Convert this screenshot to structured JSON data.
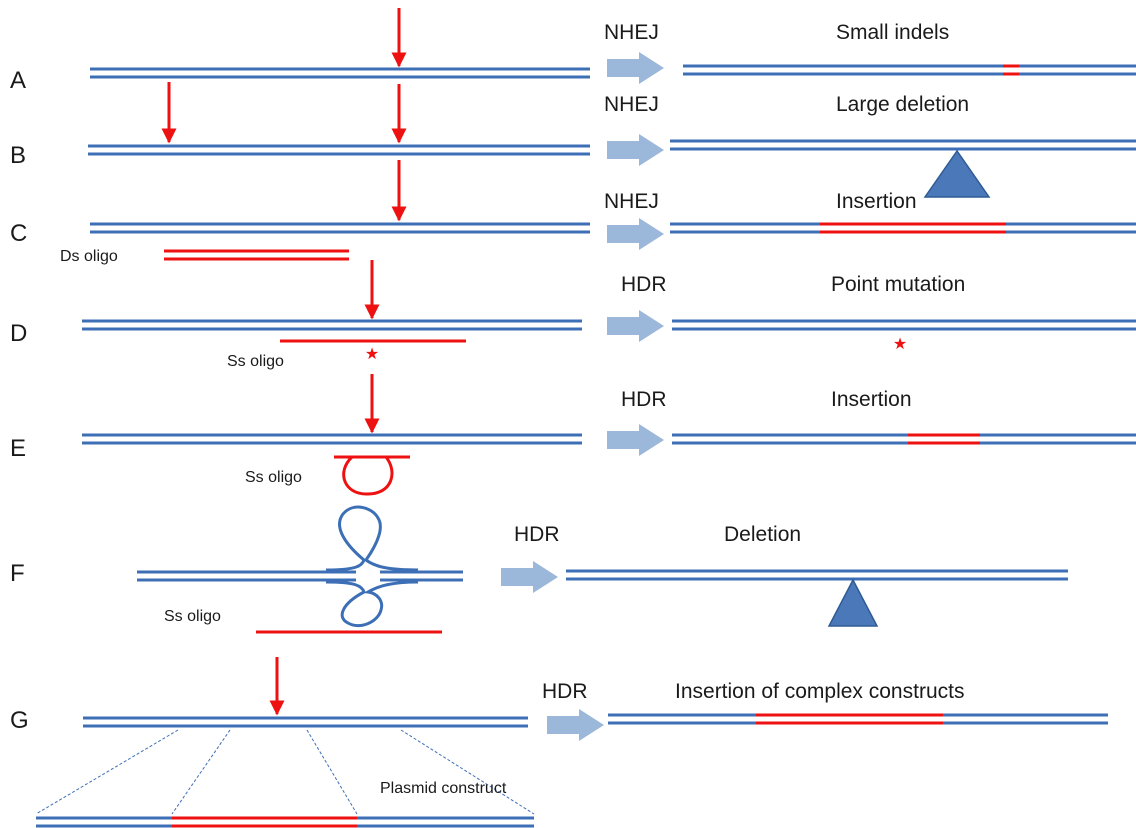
{
  "colors": {
    "dna": "#3d6fb6",
    "cut": "#ee1111",
    "process_arrow": "#9bb7d9",
    "triangle": "#4a78b8"
  },
  "rows": {
    "A": {
      "letter": "A",
      "method": "NHEJ",
      "outcome": "Small indels"
    },
    "B": {
      "letter": "B",
      "method": "NHEJ",
      "outcome": "Large deletion"
    },
    "C": {
      "letter": "C",
      "method": "NHEJ",
      "outcome": "Insertion",
      "donor_label": "Ds oligo"
    },
    "D": {
      "letter": "D",
      "method": "HDR",
      "outcome": "Point mutation",
      "donor_label": "Ss oligo"
    },
    "E": {
      "letter": "E",
      "method": "HDR",
      "outcome": "Insertion",
      "donor_label": "Ss oligo"
    },
    "F": {
      "letter": "F",
      "method": "HDR",
      "outcome": "Deletion",
      "donor_label": "Ss oligo"
    },
    "G": {
      "letter": "G",
      "method": "HDR",
      "outcome": "Insertion of complex constructs",
      "donor_label": "Plasmid construct"
    }
  }
}
